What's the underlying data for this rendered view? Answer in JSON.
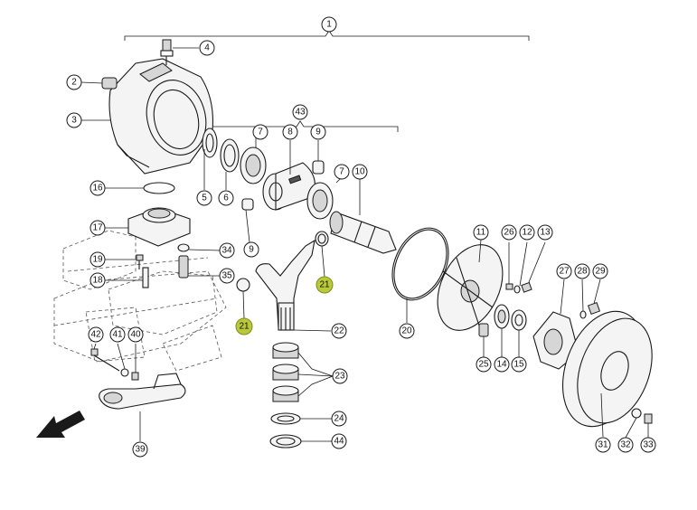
{
  "callouts": [
    {
      "label": "1",
      "highlight": false
    },
    {
      "label": "2",
      "highlight": false
    },
    {
      "label": "3",
      "highlight": false
    },
    {
      "label": "4",
      "highlight": false
    },
    {
      "label": "5",
      "highlight": false
    },
    {
      "label": "6",
      "highlight": false
    },
    {
      "label": "7",
      "highlight": false
    },
    {
      "label": "7",
      "highlight": false
    },
    {
      "label": "8",
      "highlight": false
    },
    {
      "label": "9",
      "highlight": false
    },
    {
      "label": "9",
      "highlight": false
    },
    {
      "label": "10",
      "highlight": false
    },
    {
      "label": "11",
      "highlight": false
    },
    {
      "label": "12",
      "highlight": false
    },
    {
      "label": "13",
      "highlight": false
    },
    {
      "label": "14",
      "highlight": false
    },
    {
      "label": "15",
      "highlight": false
    },
    {
      "label": "16",
      "highlight": false
    },
    {
      "label": "17",
      "highlight": false
    },
    {
      "label": "18",
      "highlight": false
    },
    {
      "label": "19",
      "highlight": false
    },
    {
      "label": "20",
      "highlight": false
    },
    {
      "label": "21",
      "highlight": true
    },
    {
      "label": "21",
      "highlight": true
    },
    {
      "label": "22",
      "highlight": false
    },
    {
      "label": "23",
      "highlight": false
    },
    {
      "label": "24",
      "highlight": false
    },
    {
      "label": "25",
      "highlight": false
    },
    {
      "label": "26",
      "highlight": false
    },
    {
      "label": "27",
      "highlight": false
    },
    {
      "label": "28",
      "highlight": false
    },
    {
      "label": "29",
      "highlight": false
    },
    {
      "label": "31",
      "highlight": false
    },
    {
      "label": "32",
      "highlight": false
    },
    {
      "label": "33",
      "highlight": false
    },
    {
      "label": "34",
      "highlight": false
    },
    {
      "label": "35",
      "highlight": false
    },
    {
      "label": "39",
      "highlight": false
    },
    {
      "label": "40",
      "highlight": false
    },
    {
      "label": "41",
      "highlight": false
    },
    {
      "label": "42",
      "highlight": false
    },
    {
      "label": "43",
      "highlight": false
    },
    {
      "label": "44",
      "highlight": false
    }
  ],
  "colors": {
    "highlight": "#b9c93a",
    "line": "#1a1a1a"
  },
  "icons": {
    "direction": "arrow-down-left-icon"
  }
}
